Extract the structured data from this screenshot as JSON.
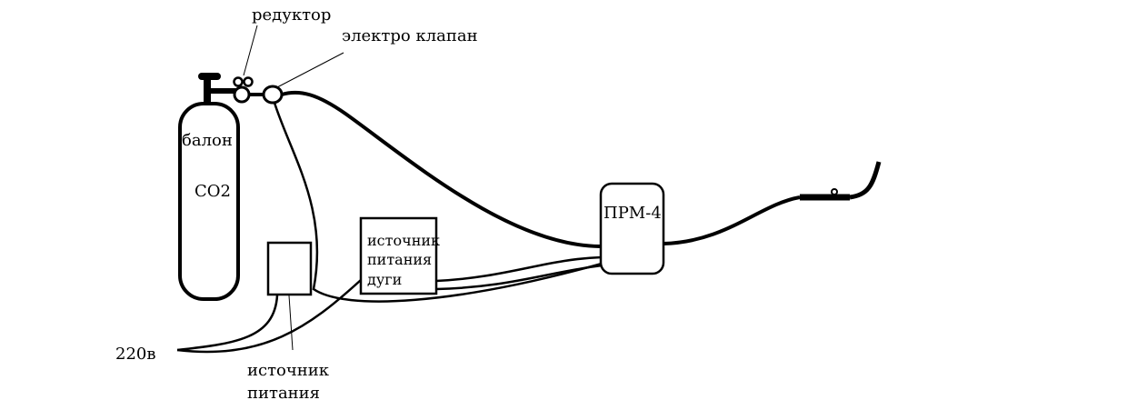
{
  "labels": {
    "reducer": "редуктор",
    "solenoid_valve": "электро клапан",
    "cylinder": "балон",
    "gas": "CO2",
    "feeder": "ПРМ-4",
    "arc_source": [
      "источник",
      "питания",
      "дуги"
    ],
    "mains": "220в",
    "power_source": [
      "источник",
      "питания"
    ]
  },
  "colors": {
    "stroke": "#000000",
    "background": "#ffffff"
  }
}
